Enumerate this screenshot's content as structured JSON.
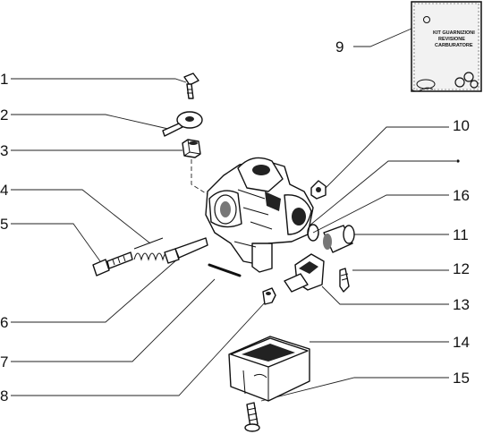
{
  "callouts": [
    {
      "num": "1"
    },
    {
      "num": "2"
    },
    {
      "num": "3"
    },
    {
      "num": "4"
    },
    {
      "num": "5"
    },
    {
      "num": "6"
    },
    {
      "num": "7"
    },
    {
      "num": "8"
    },
    {
      "num": "9"
    },
    {
      "num": "10"
    },
    {
      "num": "11"
    },
    {
      "num": "12"
    },
    {
      "num": "13"
    },
    {
      "num": "14"
    },
    {
      "num": "15"
    },
    {
      "num": "16"
    }
  ],
  "kit_label": {
    "line1": "KIT GUARNIZIONI",
    "line2": "REVISIONE",
    "line3": "CARBURATORE"
  }
}
